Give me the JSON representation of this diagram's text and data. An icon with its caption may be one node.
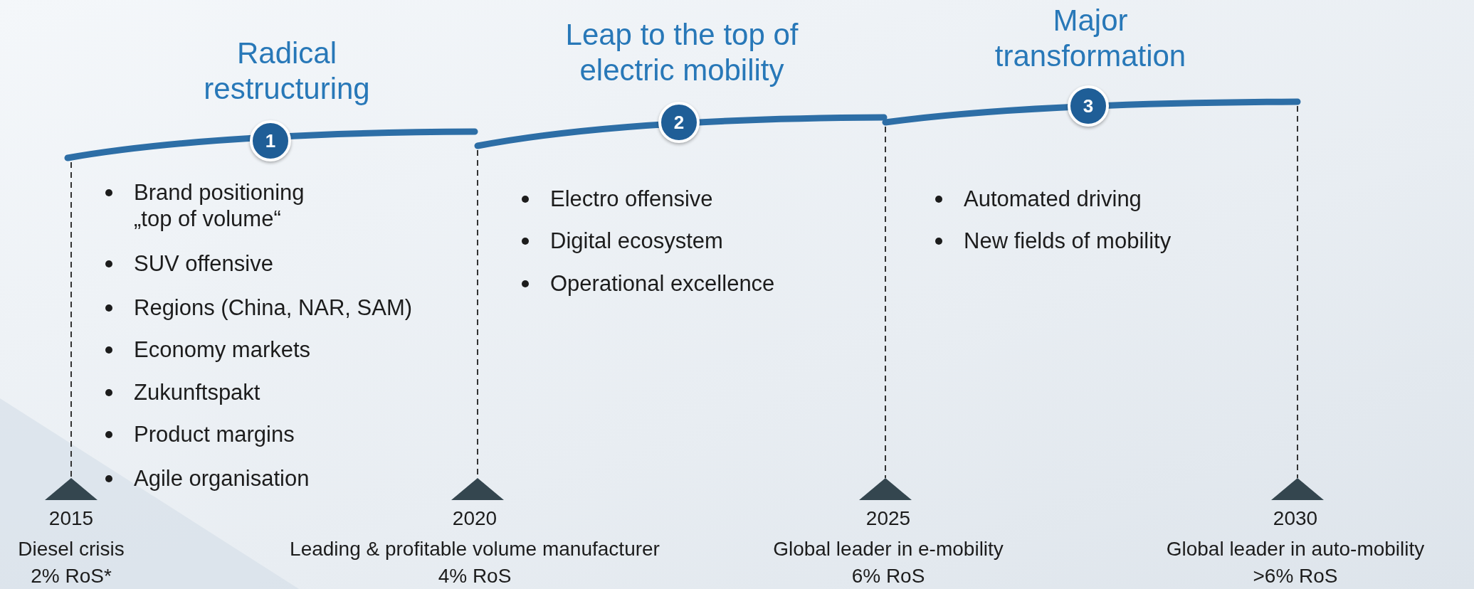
{
  "diagram": {
    "nodes": [
      {
        "text": [
          "1"
        ],
        "beside": [
          "Radical restructuring"
        ]
      },
      {
        "text": [
          "2"
        ],
        "beside": [
          "Leap to the top of electric mobility"
        ]
      },
      {
        "text": [
          "3"
        ],
        "beside": [
          "Major transformation"
        ]
      },
      {
        "text": [],
        "shape": "triangle"
      },
      {
        "text": [],
        "shape": "triangle"
      },
      {
        "text": [],
        "shape": "triangle"
      },
      {
        "text": [],
        "shape": "triangle"
      }
    ],
    "labels": [
      "Brand positioning „top of volume“",
      "SUV offensive",
      "Regions (China, NAR, SAM)",
      "Economy markets",
      "Zukunftspakt",
      "Product margins",
      "Agile organisation",
      "Electro offensive",
      "Digital ecosystem",
      "Operational excellence",
      "Automated driving",
      "New fields of mobility",
      "2015",
      "Diesel crisis",
      "2% RoS*",
      "2020",
      "Leading & profitable volume manufacturer",
      "4% RoS",
      "2025",
      "Global leader in e-mobility",
      "6% RoS",
      "2030",
      "Global leader in auto-mobility",
      ">6% RoS"
    ]
  }
}
